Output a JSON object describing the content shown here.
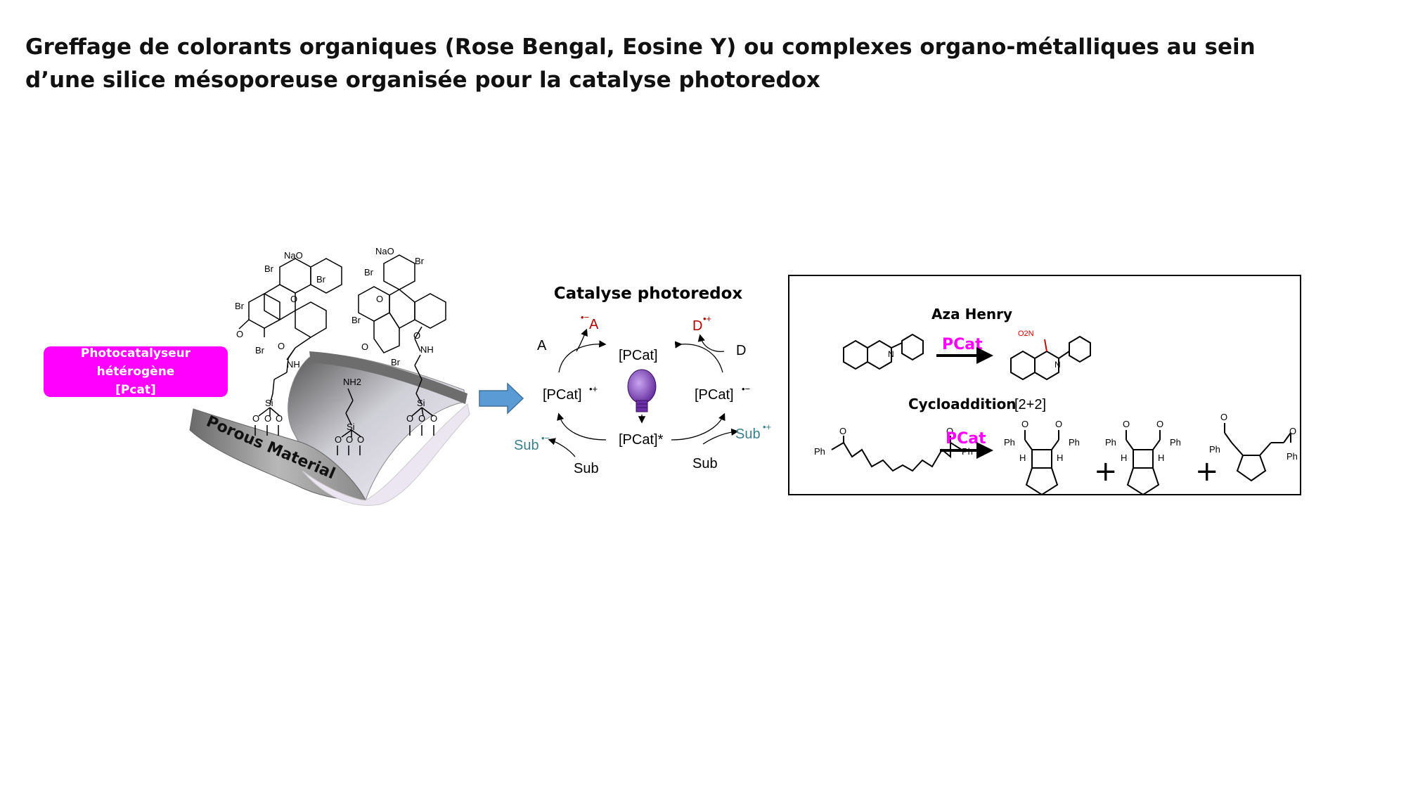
{
  "title": {
    "line1": "Greffage de colorants organiques (Rose Bengal, Eosine Y) ou complexes organo-métalliques au sein",
    "line2": "d’une silice mésoporeuse organisée pour la catalyse photoredox"
  },
  "material": {
    "pcat_label_line1": "Photocatalyseur hétérogène",
    "pcat_label_line2": "[Pcat]",
    "porous_label": "Porous Material",
    "dye_atoms": {
      "nao": "NaO",
      "br": "Br",
      "o": "O",
      "nh": "NH",
      "nh2": "NH2",
      "si": "Si"
    }
  },
  "cycle": {
    "title": "Catalyse photoredox",
    "pcat": "[PCat]",
    "pcat_ox": "[PCat]",
    "pcat_ox_charge": "•+",
    "pcat_red": "[PCat]",
    "pcat_red_charge": "•−",
    "pcat_star": "[PCat]*",
    "A": "A",
    "A_rad": "A",
    "A_rad_charge": "•−",
    "D": "D",
    "D_rad": "D",
    "D_rad_charge": "•+",
    "sub_left": "Sub",
    "sub_right": "Sub",
    "sub_rad_left": "Sub",
    "sub_rad_left_charge": "•−",
    "sub_rad_right": "Sub",
    "sub_rad_right_charge": "•+",
    "colors": {
      "accent_red": "#b00000",
      "accent_teal": "#3a7f8a",
      "bulb": "#7a3db8",
      "arrow_blue": "#5b9bd5"
    }
  },
  "reactions": {
    "aza_henry_title": "Aza Henry",
    "cyclo_title_bold": "Cycloaddition",
    "cyclo_title_normal": "[2+2]",
    "catalyst": "PCat",
    "catalyst_color": "#ff00ff",
    "atoms": {
      "N": "N",
      "O2N": "O2N",
      "Ph": "Ph",
      "O": "O",
      "H": "H"
    },
    "plus": "+"
  }
}
